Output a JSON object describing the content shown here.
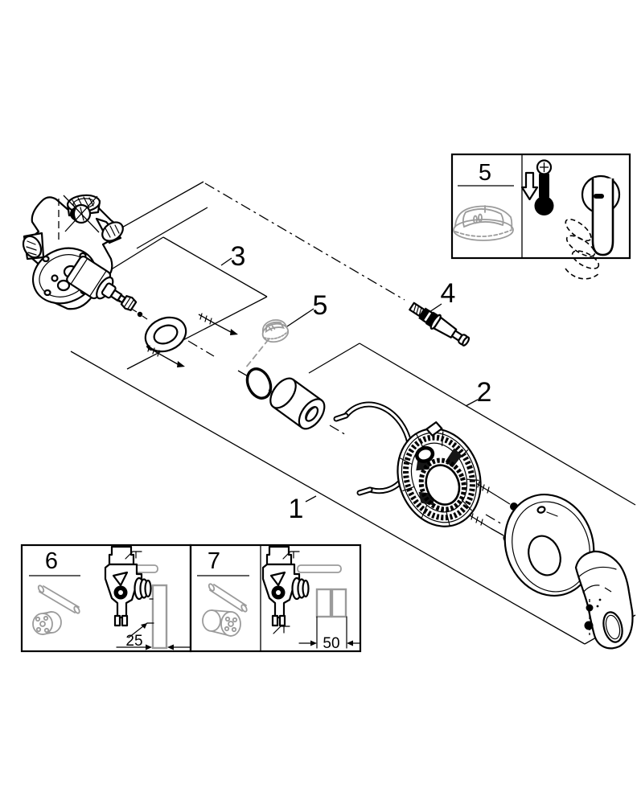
{
  "colors": {
    "ink": "#000000",
    "part_gray": "#9b9b9b"
  },
  "callouts": {
    "c1": "1",
    "c2": "2",
    "c3": "3",
    "c4": "4",
    "c5": "5"
  },
  "insets": {
    "temp": {
      "label": "5"
    },
    "min_depth": {
      "label": "6",
      "dimension": "25"
    },
    "max_depth": {
      "label": "7",
      "dimension": "50"
    }
  }
}
